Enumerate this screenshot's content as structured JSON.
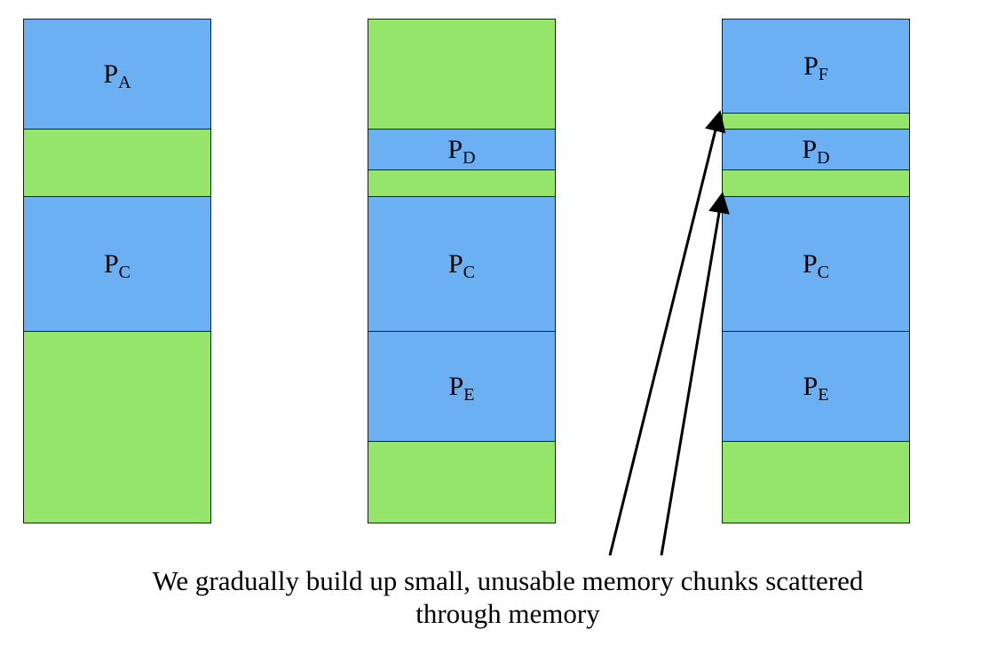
{
  "colors": {
    "process": "#6cb0f4",
    "free": "#95e56b",
    "border": "#1b1b1b",
    "arrow": "#000000"
  },
  "columns": [
    {
      "segments": [
        {
          "type": "process",
          "base": "P",
          "sub": "A"
        },
        {
          "type": "free"
        },
        {
          "type": "process",
          "base": "P",
          "sub": "C"
        },
        {
          "type": "free"
        }
      ]
    },
    {
      "segments": [
        {
          "type": "free"
        },
        {
          "type": "process",
          "base": "P",
          "sub": "D"
        },
        {
          "type": "free"
        },
        {
          "type": "process",
          "base": "P",
          "sub": "C"
        },
        {
          "type": "process",
          "base": "P",
          "sub": "E"
        },
        {
          "type": "free"
        }
      ]
    },
    {
      "segments": [
        {
          "type": "process",
          "base": "P",
          "sub": "F"
        },
        {
          "type": "free"
        },
        {
          "type": "process",
          "base": "P",
          "sub": "D"
        },
        {
          "type": "free"
        },
        {
          "type": "process",
          "base": "P",
          "sub": "C"
        },
        {
          "type": "process",
          "base": "P",
          "sub": "E"
        },
        {
          "type": "free"
        }
      ]
    }
  ],
  "caption": {
    "line1": "We gradually build up small, unusable memory chunks scattered",
    "line2": "through memory"
  }
}
